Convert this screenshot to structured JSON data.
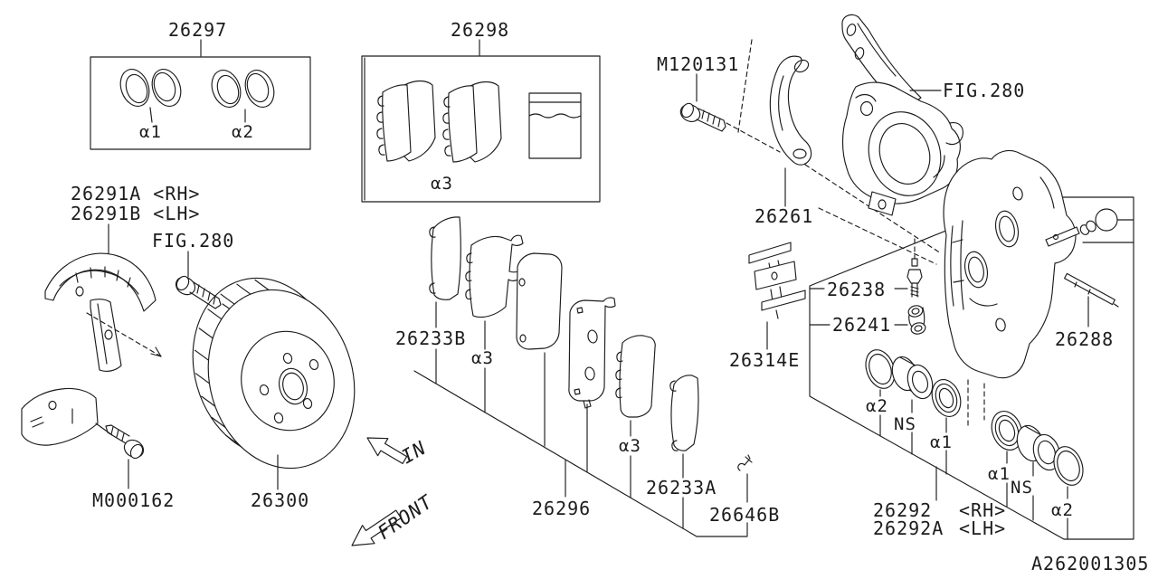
{
  "title_code": "A262001305",
  "boxes": {
    "seal_kit": {
      "part": "26297",
      "callout_a1": "α1",
      "callout_a2": "α2"
    },
    "shim_kit": {
      "part": "26298",
      "callout_a3": "α3"
    }
  },
  "parts": {
    "bolt_top": "M120131",
    "fig_knuckle": "FIG.280",
    "support_bracket": "26261",
    "shield_rh": "26291A <RH>",
    "shield_lh": "26291B <LH>",
    "fig_bolt": "FIG.280",
    "shim_outer": "26233B",
    "pad_callout_1": "α3",
    "rotor": "26300",
    "bolt_shield": "M000162",
    "pad_set": "26296",
    "pad_callout_2": "α3",
    "shim_inner": "26233A",
    "pad_pin": "26646B",
    "pad_clip": "26314E",
    "bleeder": "26238",
    "clip": "26241",
    "guide_pin": "26288",
    "caliper_rh": "26292",
    "caliper_rh_side": "<RH>",
    "caliper_lh": "26292A",
    "caliper_lh_side": "<LH>",
    "seal_a2_left": "α2",
    "piston_ns_left": "NS",
    "boot_a1_left": "α1",
    "boot_a1_right": "α1",
    "piston_ns_right": "NS",
    "seal_a2_right": "α2"
  },
  "directions": {
    "in": "IN",
    "front": "FRONT"
  },
  "colors": {
    "line": "#1c1c1c",
    "background": "#ffffff"
  }
}
